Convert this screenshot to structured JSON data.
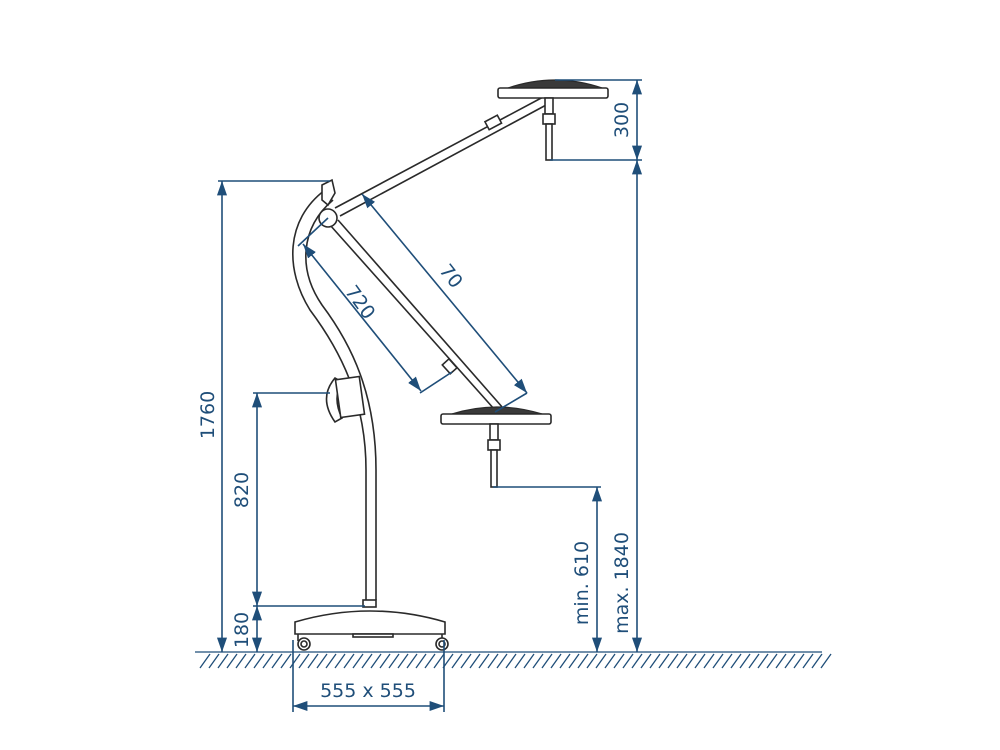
{
  "diagram": {
    "title": "",
    "colors": {
      "dimension": "#1f4e79",
      "lamp": "#2a2a2a"
    },
    "dimensions": {
      "total_height": "1760",
      "handle_height": "820",
      "base_height": "180",
      "base_footprint": "555 x 555",
      "min_height": "min. 610",
      "max_height": "max. 1840",
      "head_height": "300",
      "lower_arm": "720",
      "upper_arm": "70"
    }
  }
}
